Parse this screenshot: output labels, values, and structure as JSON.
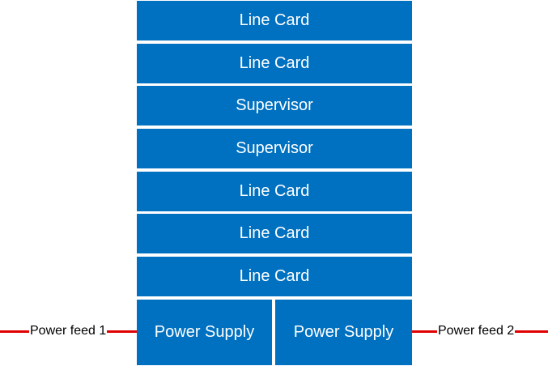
{
  "colors": {
    "module_fill": "#0070c0",
    "module_text": "#ffffff",
    "feed_line": "#e00000"
  },
  "chassis": {
    "slots": [
      {
        "label": "Line Card"
      },
      {
        "label": "Line Card"
      },
      {
        "label": "Supervisor"
      },
      {
        "label": "Supervisor"
      },
      {
        "label": "Line Card"
      },
      {
        "label": "Line Card"
      },
      {
        "label": "Line Card"
      }
    ],
    "power_supplies": [
      {
        "label": "Power Supply"
      },
      {
        "label": "Power Supply"
      }
    ]
  },
  "power_feeds": [
    {
      "label": "Power feed 1"
    },
    {
      "label": "Power feed 2"
    }
  ]
}
